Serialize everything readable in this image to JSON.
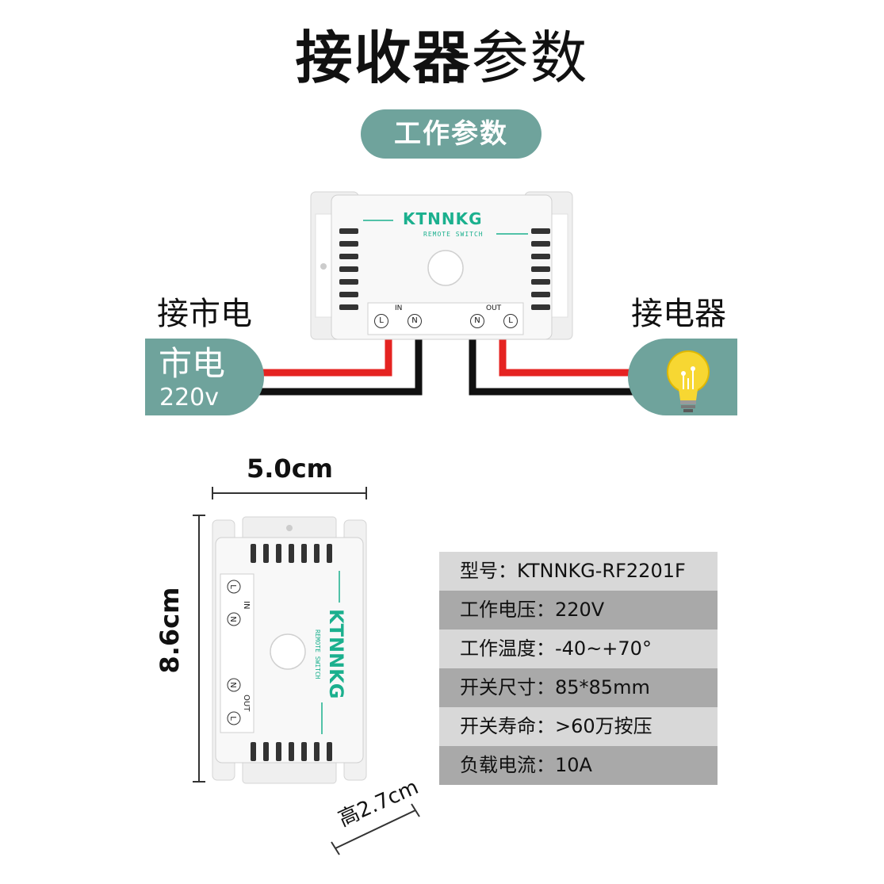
{
  "title": {
    "bold": "接收器",
    "light": "参数"
  },
  "section_pill": "工作参数",
  "wiring": {
    "input_label": "接市电",
    "output_label": "接电器",
    "mains_title": "市电",
    "mains_voltage": "220v",
    "wire_colors": {
      "live": "#e52321",
      "neutral": "#111111"
    },
    "accent_color": "#6fa39c"
  },
  "module_top": {
    "brand": "KTNNKG",
    "subtitle": "REMOTE SWITCH",
    "in_label": "IN",
    "out_label": "OUT",
    "in_terminals": [
      "L",
      "N"
    ],
    "out_terminals": [
      "N",
      "L"
    ]
  },
  "module_front": {
    "brand": "KTNNKG",
    "subtitle": "REMOTE SWITCH",
    "in_label": "IN",
    "out_label": "OUT",
    "terminals": [
      "L",
      "N",
      "N",
      "L"
    ]
  },
  "dimensions": {
    "width": "5.0cm",
    "height": "8.6cm",
    "depth": "高2.7cm"
  },
  "specs": [
    {
      "text": "型号：KTNNKG-RF2201F"
    },
    {
      "text": "工作电压：220V"
    },
    {
      "text": "工作温度：-40~+70°"
    },
    {
      "text": "开关尺寸：85*85mm"
    },
    {
      "text": "开关寿命：>60万按压"
    },
    {
      "text": "负载电流：10A"
    }
  ],
  "icons": {
    "load": "light-bulb-icon"
  }
}
